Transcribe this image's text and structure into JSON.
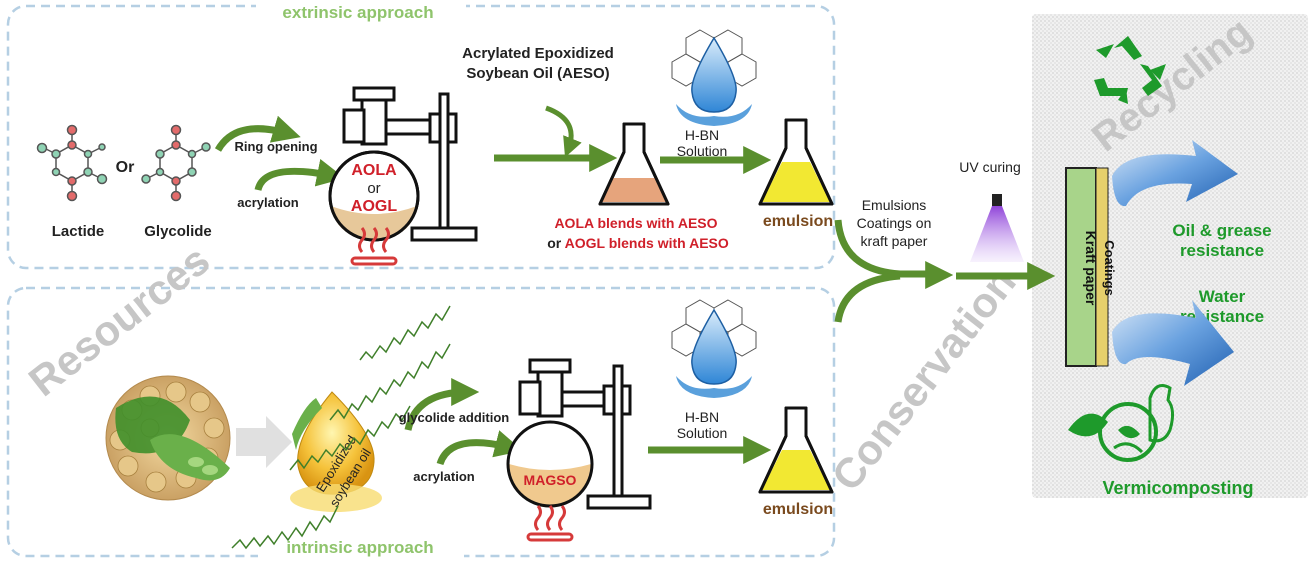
{
  "sections": {
    "extrinsic": "extrinsic approach",
    "intrinsic": "intrinsic approach"
  },
  "watermarks": {
    "resources": "Resources",
    "conservation": "Conservation",
    "recycling": "Recycling"
  },
  "extrinsic": {
    "lactide": "Lactide",
    "or": "Or",
    "glycolide": "Glycolide",
    "ring_opening": "Ring opening",
    "acrylation": "acrylation",
    "flask_aola": "AOLA",
    "flask_or": "or",
    "flask_aogl": "AOGL",
    "aeso_line1": "Acrylated Epoxidized",
    "aeso_line2": "Soybean Oil (AESO)",
    "hbn_line1": "H-BN",
    "hbn_line2": "Solution",
    "blend1_a": "AOLA",
    "blend1_b": " blends with ",
    "blend1_c": "AESO",
    "blend2_a": "or ",
    "blend2_b": "AOGL",
    "blend2_c": " blends with ",
    "blend2_d": "AESO",
    "emulsion": "emulsion"
  },
  "intrinsic": {
    "oil_line1": "Epoxidized",
    "oil_line2": "soybean oil",
    "glycolide_addition": "glycolide addition",
    "acrylation": "acrylation",
    "magso": "MAGSO",
    "hbn_line1": "H-BN",
    "hbn_line2": "Solution",
    "emulsion": "emulsion"
  },
  "middle": {
    "line1": "Emulsions",
    "line2": "Coatings on",
    "line3": "kraft paper",
    "uv": "UV curing"
  },
  "recycling": {
    "kraft": "Kraft paper",
    "coatings": "Coatings",
    "oil1": "Oil & grease",
    "oil2": "resistance",
    "water1": "Water",
    "water2": "resistance",
    "vermi": "Vermicomposting"
  },
  "colors": {
    "green_arrow": "#5a8f2e",
    "red_text": "#d0202a",
    "brown_text": "#7a4a1e",
    "bright_green": "#1e9a2b",
    "section_green": "#8fc46c",
    "watermark_gray": "#c6c6c6",
    "dashed_border": "#b5cfe3",
    "blue_arrow": "#2f78c9",
    "emulsion_yellow": "#f2e832",
    "flask_peach": "#e6a47c",
    "uv_purple": "#8a3ad6"
  }
}
